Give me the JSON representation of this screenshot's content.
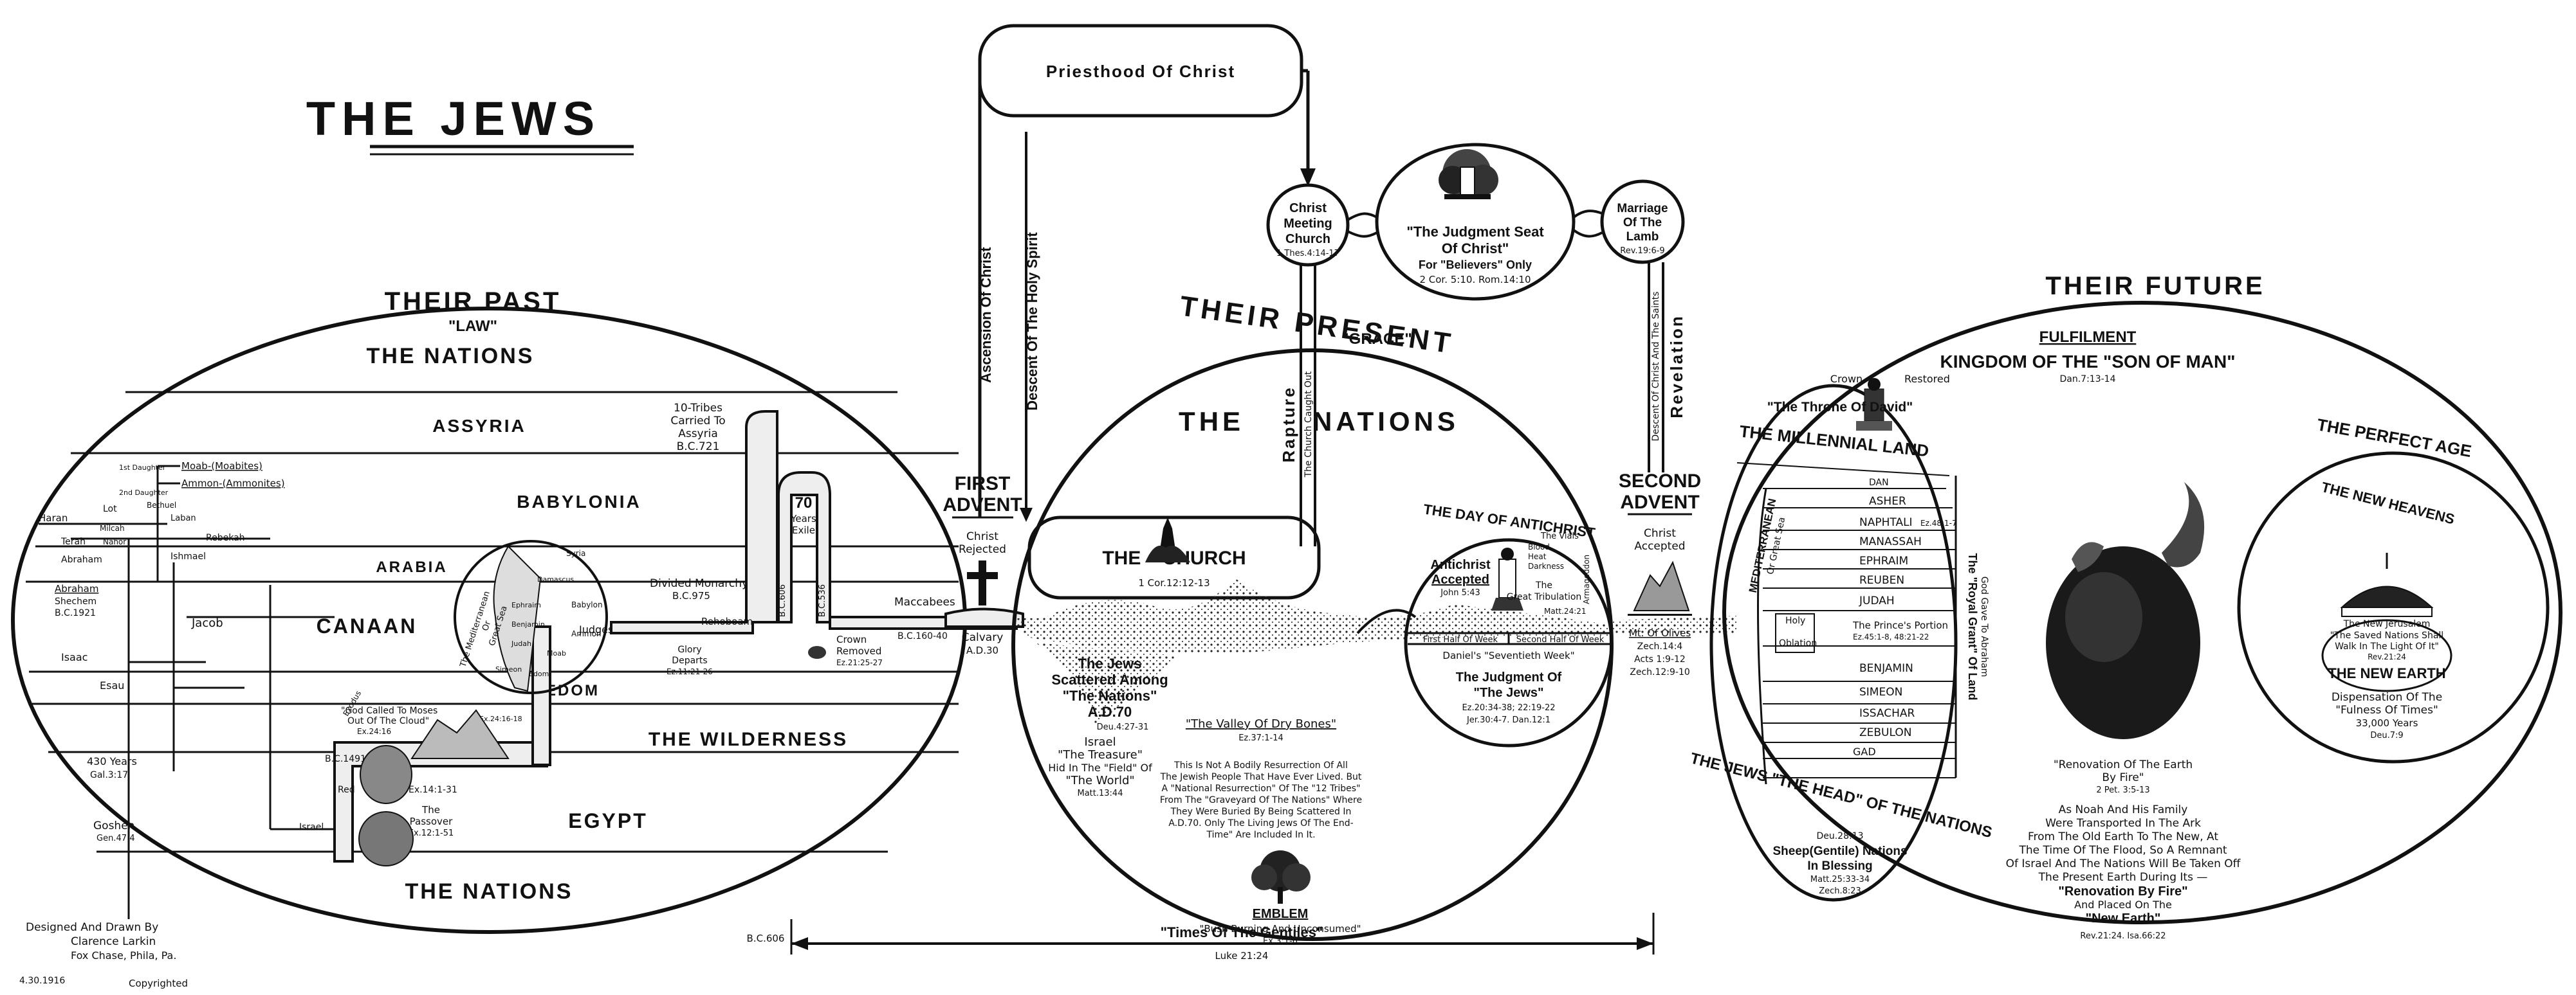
{
  "title": "The Jews",
  "credit": {
    "line1": "Designed And Drawn By",
    "line2": "Clarence Larkin",
    "line3": "Fox Chase, Phila, Pa.",
    "line4": "Copyrighted",
    "date": "4.30.1916"
  },
  "top": {
    "priesthood": "Priesthood Of Christ",
    "ascension": "Ascension Of Christ",
    "descent": "Descent Of The Holy Spirit",
    "rapture": "Rapture",
    "church_caught_out": "The Church Caught Out",
    "revelation": "Revelation",
    "descent_saints": "Descent Of Christ And The Saints"
  },
  "bubbles": {
    "christ_meeting": [
      "Christ",
      "Meeting",
      "Church",
      "1 Thes.4:14-17"
    ],
    "judgment_seat": [
      "\"The Judgment Seat",
      "Of Christ\"",
      "For \"Believers\" Only",
      "2 Cor. 5:10. Rom.14:10"
    ],
    "marriage": [
      "Marriage",
      "Of The",
      "Lamb",
      "Rev.19:6-9"
    ]
  },
  "past": {
    "heading": "Their Past",
    "subheading": "\"Law\"",
    "nations_top": "The Nations",
    "nations_bottom": "The Nations",
    "assyria": "Assyria",
    "babylonia": "Babylonia",
    "arabia": "Arabia",
    "canaan": "Canaan",
    "edom": "Edom",
    "wilderness": "The Wilderness",
    "egypt": "Egypt",
    "ten_tribes": [
      "10-Tribes",
      "Carried To",
      "Assyria",
      "B.C.721"
    ],
    "seventy_years": [
      "70",
      "Years",
      "Exile"
    ],
    "divided": [
      "Divided Monarchy",
      "B.C.975"
    ],
    "judges": "Judges",
    "rehoboam": "Rehoboam",
    "glory": [
      "Glory",
      "Departs",
      "Ez.11:21-26"
    ],
    "crown": [
      "Crown",
      "Removed",
      "Ez.21:25-27"
    ],
    "maccabees": "Maccabees",
    "bc606": "B.C.606",
    "bc536": "B.C.536",
    "bc160": "B.C.160-40",
    "moab": "Moab-(Moabites)",
    "ammon": "Ammon-(Ammonites)",
    "haran": "Haran",
    "lot": "Lot",
    "terah": "Terah",
    "nahor": "Nahor",
    "milcah": "Milcah",
    "bethuel": "Bethuel",
    "laban": "Laban",
    "rebekah": "Rebekah",
    "daughter1": "1st Daughter",
    "daughter2": "2nd Daughter",
    "ishmael": "Ishmael",
    "abraham": "Abraham",
    "abraham2": [
      "Abraham",
      "Shechem",
      "B.C.1921"
    ],
    "jacob": "Jacob",
    "isaac": "Isaac",
    "esau": "Esau",
    "years430": [
      "430 Years",
      "Gal.3:17"
    ],
    "goshen": [
      "Goshen",
      "Gen.47:4"
    ],
    "israel": "Israel",
    "red_sea": "Red",
    "sea": "Sea. Ex.14:1-31",
    "exodus": "Exodus",
    "bc1491": "B.C.1491",
    "passover": [
      "The",
      "Passover",
      "Ex.12:1-51"
    ],
    "moses": [
      "\"God Called To Moses",
      "Out Of The Cloud\"",
      "Ex.24:16"
    ],
    "ex2438": "Ex.24:16-18",
    "sea_label": [
      "The Mediterranean",
      "Or",
      "Great Sea"
    ],
    "map_places": [
      "Syria",
      "Damascus",
      "Babylon",
      "Ammon",
      "Moab",
      "Edom",
      "Simeon",
      "Judah",
      "Benjamin",
      "Ephraim"
    ]
  },
  "middle_left": {
    "first_advent": [
      "First",
      "Advent"
    ],
    "christ_rejected": [
      "Christ",
      "Rejected"
    ],
    "calvary": [
      "Calvary",
      "A.D.30"
    ]
  },
  "present": {
    "heading": "Their Present",
    "subheading": "\"Grace\"",
    "nations": "The      Nations",
    "church": "The    Church",
    "church_ref": "1 Cor.12:12-13",
    "jews_scattered": [
      "The Jews",
      "Scattered Among",
      "\"The Nations\"",
      "A.D.70",
      "Deu.4:27-31"
    ],
    "israel": [
      "Israel",
      "\"The Treasure\"",
      "Hid In The \"Field\" Of",
      "\"The World\"",
      "Matt.13:44"
    ],
    "dry_bones": [
      "\"The Valley Of Dry Bones\"",
      "Ez.37:1-14"
    ],
    "resurrection": [
      "This Is Not A Bodily Resurrection Of All",
      "The Jewish People That Have Ever Lived. But",
      "A \"National Resurrection\" Of The \"12 Tribes\"",
      "From The \"Graveyard Of The Nations\" Where",
      "They Were Buried By Being Scattered In",
      "A.D.70. Only The Living Jews Of The End-",
      "Time\" Are Included In It."
    ],
    "emblem": [
      "Emblem",
      "\"Bush Burning And Unconsumed\"",
      "Ex.3:1-6"
    ],
    "day_of_antichrist": "The Day Of Antichrist",
    "antichrist": [
      "Antichrist",
      "Accepted",
      "John 5:43"
    ],
    "vials": [
      "The Vials",
      "Blood",
      "Heat",
      "Darkness",
      "Armageddon"
    ],
    "great_trib": [
      "The",
      "Great Tribulation"
    ],
    "matt2421": "Matt.24:21",
    "halves": [
      "First Half Of Week",
      "Second Half Of Week"
    ],
    "daniel": "Daniel's \"Seventieth Week\"",
    "judgment": [
      "The Judgment Of",
      "\"The Jews\"",
      "Ez.20:34-38; 22:19-22",
      "Jer.30:4-7. Dan.12:1"
    ]
  },
  "middle_right": {
    "second_advent": [
      "Second",
      "Advent"
    ],
    "christ_accepted": [
      "Christ",
      "Accepted"
    ],
    "olives": [
      "Mt. Of Olives",
      "Zech.14:4",
      "Acts 1:9-12",
      "Zech.12:9-10"
    ]
  },
  "future": {
    "heading": "Their Future",
    "fulfilment": "Fulfilment",
    "kingdom": "Kingdom Of The \"Son Of Man\"",
    "dan": "Dan.7:13-14",
    "crown_restored": [
      "Crown",
      "Restored"
    ],
    "throne": "\"The Throne Of David\"",
    "millennial": "The Millennial Land",
    "tribes": [
      "Dan",
      "Asher",
      "Naphtali",
      "Manassah",
      "Ephraim",
      "Reuben",
      "Judah",
      "The Prince's Portion",
      "Benjamin",
      "Simeon",
      "Issachar",
      "Zebulon",
      "Gad"
    ],
    "naphtali_ref": "Ez.48:1-7",
    "prince_ref": "Ez.45:1-8, 48:21-22",
    "holy": [
      "Holy",
      "Oblation"
    ],
    "royal_grant": [
      "The \"Royal Grant\" Of Land",
      "God Gave To Abraham"
    ],
    "mediterranean": [
      "Mediterranean",
      "Or Great Sea"
    ],
    "jews_head": "The Jews \"The Head\" Of The Nations",
    "deu": "Deu.28:13",
    "sheep": [
      "Sheep(Gentile) Nations",
      "In Blessing",
      "Matt.25:33-34",
      "Zech.8:23"
    ],
    "renovation": [
      "\"Renovation Of The Earth",
      "By Fire\"",
      "2 Pet. 3:5-13"
    ],
    "noah": [
      "As Noah And His Family",
      "Were Transported In The Ark",
      "From The Old Earth To The New, At",
      "The Time Of The Flood, So A Remnant",
      "Of Israel And The Nations Will Be Taken Off",
      "The Present Earth During Its —",
      "\"Renovation By Fire\"",
      "And Placed On The",
      "\"New Earth\"",
      "Rev.21:24. Isa.66:22"
    ],
    "perfect_age": "The Perfect Age",
    "new_heavens": "The New Heavens",
    "new_jerusalem": [
      "The New Jerusalem",
      "\"The Saved Nations Shall",
      "Walk In The Light Of It\"",
      "Rev.21:24"
    ],
    "new_earth": "The New Earth",
    "dispensation": [
      "Dispensation Of The",
      "\"Fulness Of Times\"",
      "33,000 Years",
      "Deu.7:9"
    ]
  },
  "bottom": {
    "bc606": "B.C.606",
    "times": "\"Times Of The Gentiles\"",
    "luke": "Luke 21:24"
  }
}
